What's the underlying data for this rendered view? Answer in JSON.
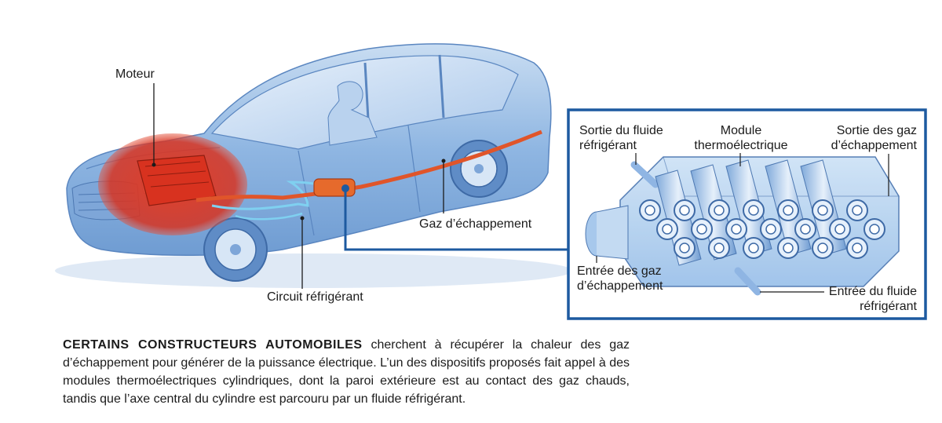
{
  "car_labels": {
    "engine": "Moteur",
    "exhaust": "Gaz d’échappement",
    "coolant_circuit": "Circuit réfrigérant"
  },
  "module_labels": {
    "coolant_out": [
      "Sortie du fluide",
      "réfrigérant"
    ],
    "module": [
      "Module",
      "thermoélectrique"
    ],
    "gas_out": [
      "Sortie des gaz",
      "d’échappement"
    ],
    "gas_in": [
      "Entrée des gaz",
      "d’échappement"
    ],
    "coolant_in": [
      "Entrée du fluide",
      "réfrigérant"
    ]
  },
  "caption": {
    "lead": "CERTAINS CONSTRUCTEURS AUTOMOBILES",
    "body": " cherchent à récupérer la chaleur des gaz d’échappement pour générer de la puissance électrique. L’un des dispositifs proposés fait appel à des modules thermoélectriques cylindriques, dont la paroi extérieure est au contact des gaz chauds, tandis que l’axe central du cylindre est parcouru par un fluide réfrigérant."
  },
  "colors": {
    "frame": "#1d5aa0",
    "car_body": "#9cc0e6",
    "engine": "#d8321f",
    "exhaust_pipe": "#e0552a",
    "coolant_line": "#7fd0f0"
  }
}
